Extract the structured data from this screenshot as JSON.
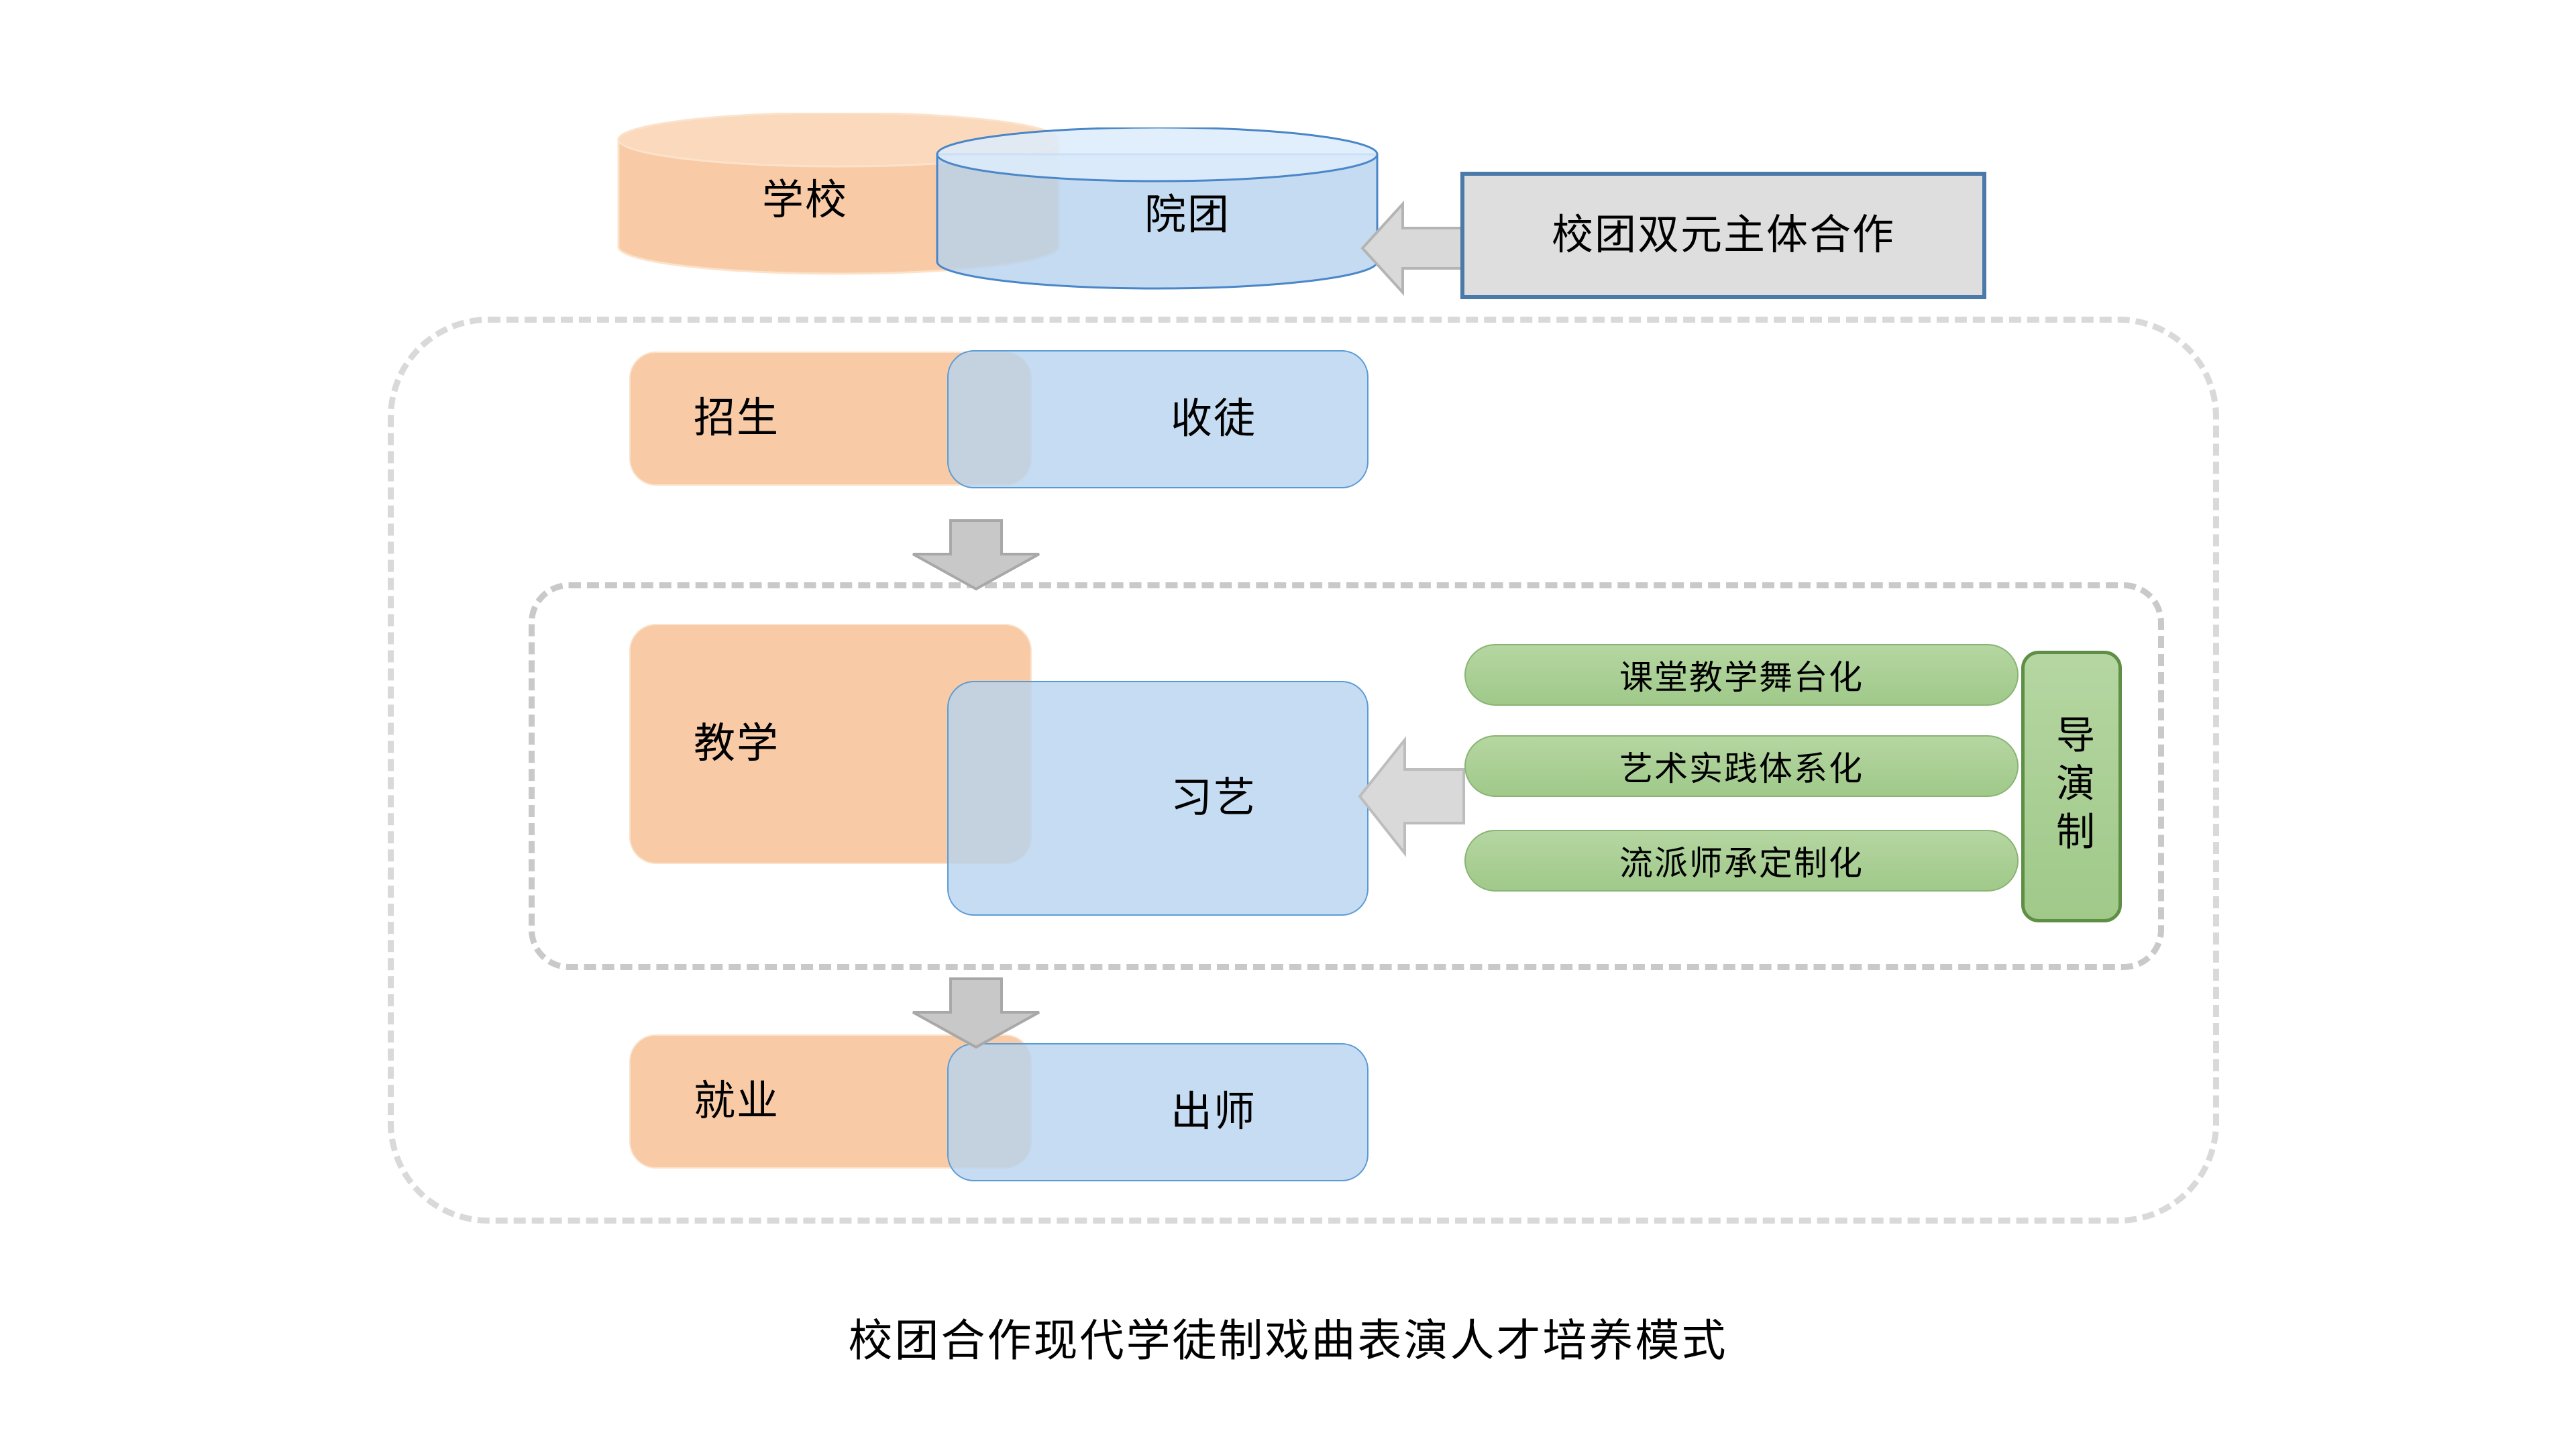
{
  "diagram": {
    "caption": "校团合作现代学徒制戏曲表演人才培养模式",
    "colors": {
      "orange_fill": "#f8cba6",
      "blue_fill": "#c3d9f0",
      "blue_stroke": "#5b9bd5",
      "green_fill": "#a5cc8f",
      "green_stroke": "#5f8f45",
      "gray_arrow": "#d9d9d9",
      "gray_arrow_stroke": "#b0b0b0",
      "callout_fill": "#dedede",
      "callout_stroke": "#4b79a8",
      "dashed_stroke": "#d9d9d9"
    },
    "cylinders": {
      "left_label": "学校",
      "right_label": "院团"
    },
    "callout": {
      "label": "校团双元主体合作",
      "arrow_icon": "arrow-left-icon"
    },
    "stages": [
      {
        "left_label": "招生",
        "right_label": "收徒"
      },
      {
        "left_label": "教学",
        "right_label": "习艺"
      },
      {
        "left_label": "就业",
        "right_label": "出师"
      }
    ],
    "features": {
      "pills": [
        "课堂教学舞台化",
        "艺术实践体系化",
        "流派师承定制化"
      ],
      "vertical_label": "导演制",
      "arrow_icon": "arrow-left-icon"
    },
    "flow_arrows": [
      {
        "icon": "arrow-down-icon"
      },
      {
        "icon": "arrow-down-icon"
      }
    ]
  }
}
